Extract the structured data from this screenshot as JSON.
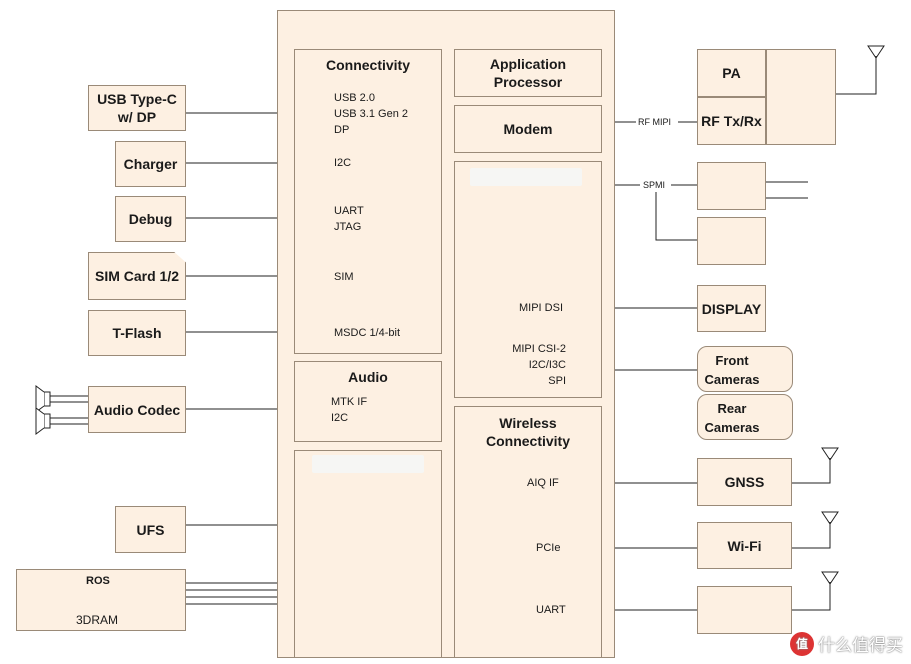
{
  "soc": {
    "connectivity": {
      "title": "Connectivity",
      "usb_signals": "USB 2.0\nUSB 3.1 Gen 2\nDP",
      "i2c": "I2C",
      "uart_jtag": "UART\nJTAG",
      "sim": "SIM",
      "msdc": "MSDC 1/4-bit"
    },
    "application_processor": "Application\nProcessor",
    "modem": "Modem",
    "multimedia": {
      "mipi_dsi": "MIPI DSI",
      "camera_if": "MIPI CSI-2\nI2C/I3C\nSPI"
    },
    "audio": {
      "title": "Audio",
      "signals": "MTK IF\nI2C"
    },
    "wireless": {
      "title": "Wireless\nConnectivity",
      "aiq": "AIQ IF",
      "pcie": "PCIe",
      "uart": "UART"
    }
  },
  "left_peripherals": {
    "usb": "USB Type-C\nw/ DP",
    "charger": "Charger",
    "debug": "Debug",
    "sim_card": "SIM Card 1/2",
    "tflash": "T-Flash",
    "audio_codec": "Audio Codec",
    "ufs": "UFS",
    "ram": "3DRAM",
    "ram_top": "ROS"
  },
  "right_peripherals": {
    "pa": "PA",
    "rf": "RF Tx/Rx",
    "rf_mipi": "RF MIPI",
    "spmi": "SPMI",
    "display": "DISPLAY",
    "front_cam": "Front\nCameras",
    "rear_cam": "Rear\nCameras",
    "gnss": "GNSS",
    "wifi": "Wi-Fi"
  },
  "watermark": "什么值得买",
  "watermark_icon": "值",
  "colors": {
    "fill": "#fdf0e2",
    "border": "#9a8a78",
    "line": "#222222"
  }
}
